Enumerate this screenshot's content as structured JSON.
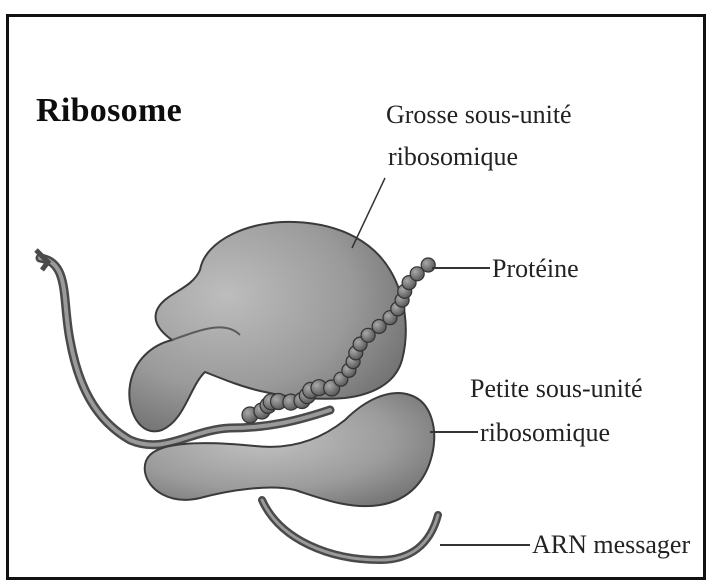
{
  "title": "Ribosome",
  "labels": {
    "large_subunit_line1": "Grosse sous-unité",
    "large_subunit_line2": "ribosomique",
    "protein": "Protéine",
    "small_subunit_line1": "Petite sous-unité",
    "small_subunit_line2": "ribosomique",
    "mrna": "ARN messager"
  },
  "colors": {
    "subunit_fill": "#9a9a9a",
    "subunit_shadow": "#6e6e6e",
    "chain_fill": "#7a7a7a",
    "outline": "#3a3a3a"
  }
}
